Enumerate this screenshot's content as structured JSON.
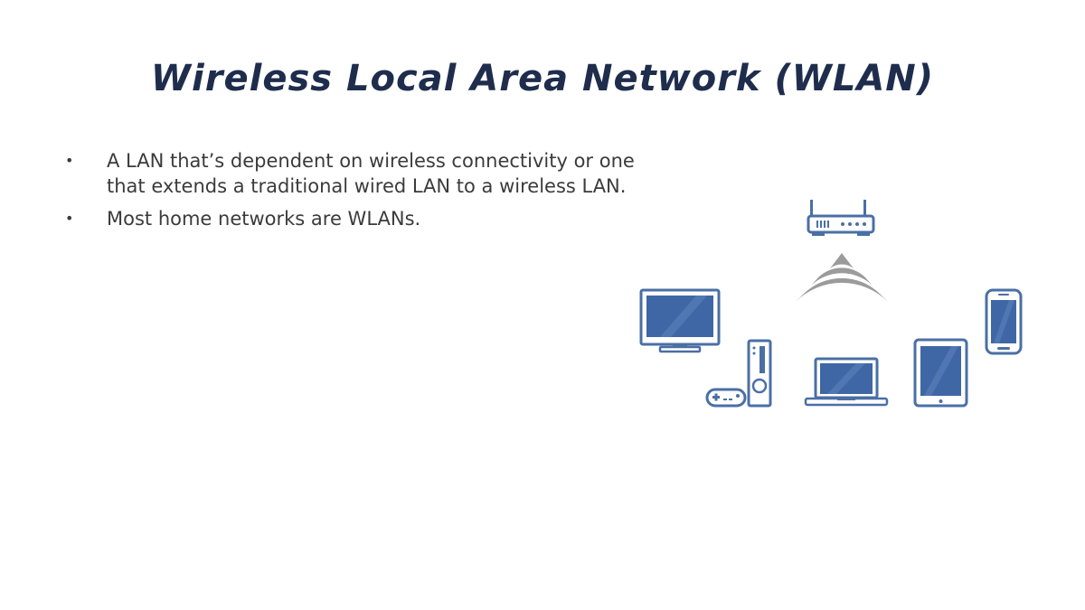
{
  "slide": {
    "title": "Wireless Local Area Network (WLAN)",
    "bullets": [
      "A LAN that’s dependent on wireless connectivity or one that extends a traditional wired LAN to a wireless LAN.",
      "Most home networks are WLANs."
    ],
    "bullet_glyph": "•"
  },
  "illustration": {
    "icons": [
      "router-icon",
      "wifi-signal-icon",
      "tv-monitor-icon",
      "game-console-icon",
      "gamepad-icon",
      "laptop-icon",
      "tablet-icon",
      "smartphone-icon"
    ],
    "colors": {
      "outline": "#4a6fa5",
      "screen": "#3f67a6",
      "signal": "#9b9b9b",
      "title": "#1f2d4d"
    }
  }
}
